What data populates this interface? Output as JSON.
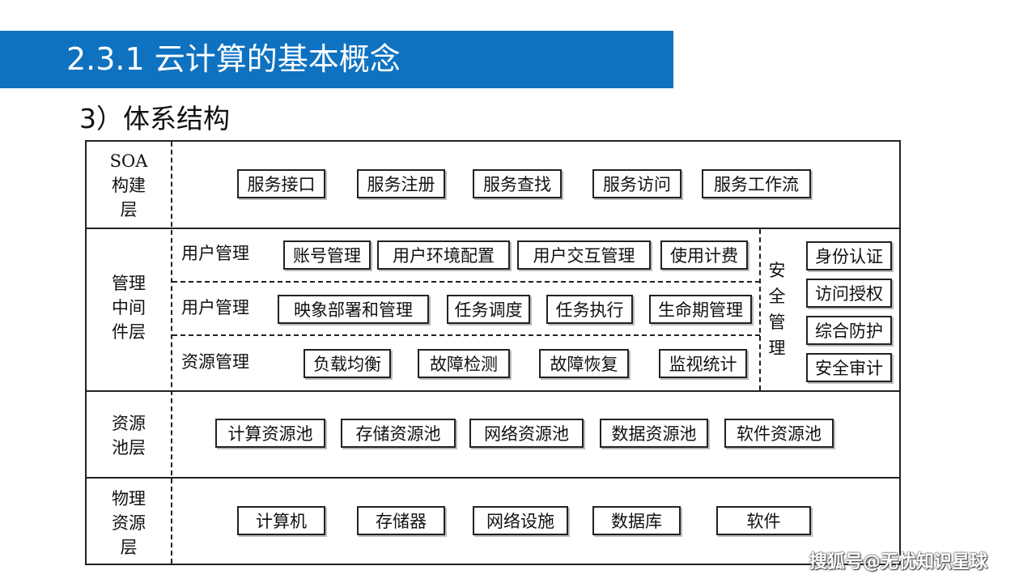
{
  "banner": {
    "title": "2.3.1 云计算的基本概念",
    "color": "#0e72c1"
  },
  "subtitle": "3）体系结构",
  "layers": {
    "soa": {
      "label": "SOA\n构建\n层",
      "items": [
        "服务接口",
        "服务注册",
        "服务查找",
        "服务访问",
        "服务工作流"
      ]
    },
    "middleware": {
      "label": "管理\n中间\n件层",
      "rows": [
        {
          "label": "用户管理",
          "items": [
            "账号管理",
            "用户环境配置",
            "用户交互管理",
            "使用计费"
          ]
        },
        {
          "label": "用户管理",
          "items": [
            "映象部署和管理",
            "任务调度",
            "任务执行",
            "生命期管理"
          ]
        },
        {
          "label": "资源管理",
          "items": [
            "负载均衡",
            "故障检测",
            "故障恢复",
            "监视统计"
          ]
        }
      ],
      "security": {
        "title": "安\n全\n管\n理",
        "items": [
          "身份认证",
          "访问授权",
          "综合防护",
          "安全审计"
        ]
      }
    },
    "pool": {
      "label": "资源\n池层",
      "items": [
        "计算资源池",
        "存储资源池",
        "网络资源池",
        "数据资源池",
        "软件资源池"
      ]
    },
    "physical": {
      "label": "物理\n资源\n层",
      "items": [
        "计算机",
        "存储器",
        "网络设施",
        "数据库",
        "软件"
      ]
    }
  },
  "watermark": "搜狐号@无忧知识星球"
}
